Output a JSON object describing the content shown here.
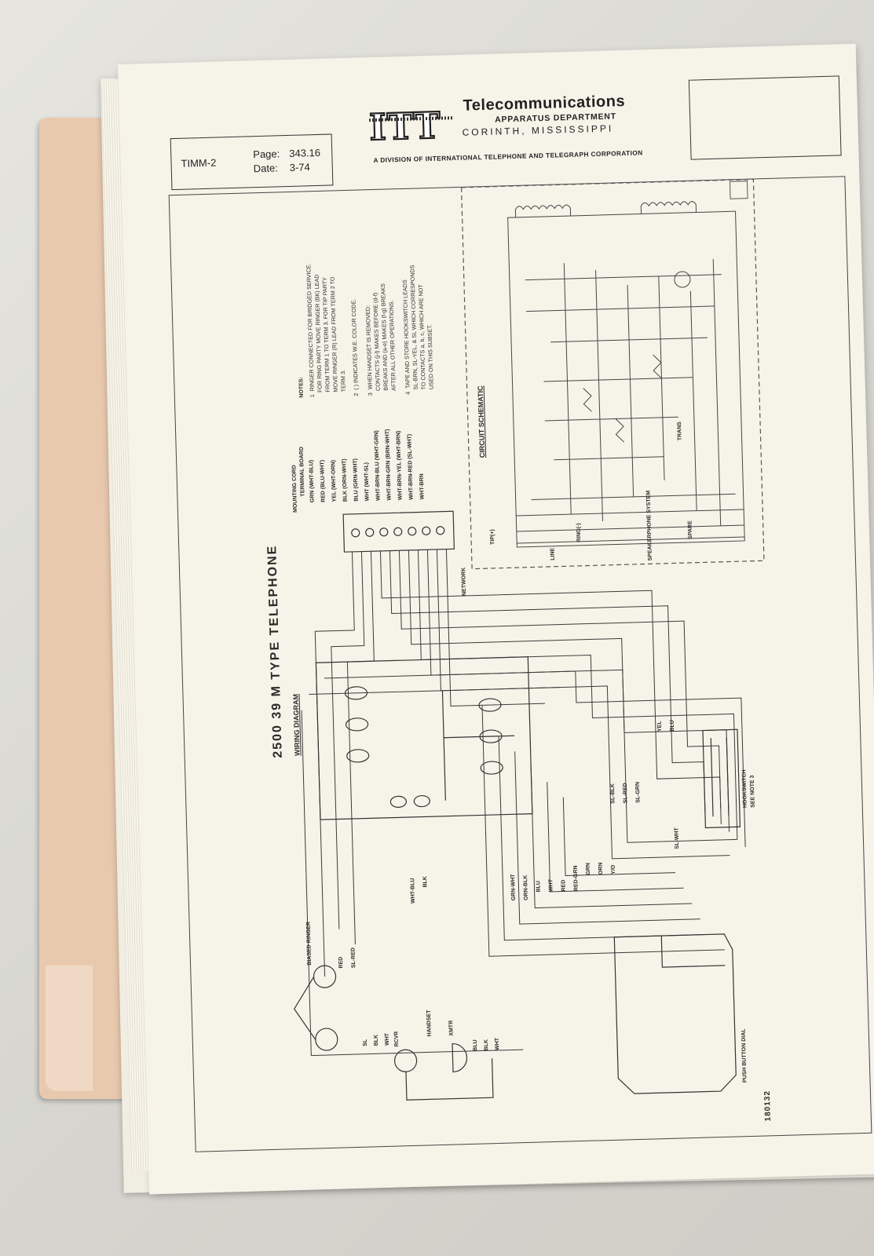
{
  "page_id": {
    "manual": "TIMM-2",
    "page_label": "Page:",
    "page_number": "343.16",
    "date_label": "Date:",
    "date": "3-74"
  },
  "header": {
    "logo": "ITT",
    "company": "Telecommunications",
    "department": "APPARATUS DEPARTMENT",
    "location": "CORINTH, MISSISSIPPI",
    "division": "A DIVISION OF INTERNATIONAL TELEPHONE AND TELEGRAPH CORPORATION"
  },
  "drawing": {
    "title": "2500 39 M TYPE TELEPHONE",
    "subtitle": "WIRING DIAGRAM",
    "schematic_title": "CIRCUIT SCHEMATIC",
    "document_number": "180132",
    "notes_heading": "NOTES:",
    "notes": [
      "1  RINGER CONNECTED FOR BRIDGED SERVICE.\n   FOR RING PARTY MOVE RINGER (BK) LEAD\n   FROM TERM 1 TO TERM 3. FOR TIP PARTY\n   MOVE RINGER (R) LEAD FROM TERM 2 TO\n   TERM 3.",
      "2  ( ) INDICATES W.E. COLOR CODE.",
      "3  WHEN HANDSET IS REMOVED:\n   CONTACTS (j-l) MAKES BEFORE (d-f)\n   BREAKS AND (a-e) MAKES (f-g) BREAKS\n   AFTER ALL OTHER OPERATIONS.",
      "4  TAPE AND STORE HOOKSWITCH LEADS\n   SL-BRN, SL-YEL, & SL WHICH CORRESPONDS\n   TO CONTACTS a, b, c, WHICH ARE NOT\n   USED ON THIS SUBSET."
    ],
    "labels": {
      "mounting_cord": "MOUNTING CORD",
      "terminal_board": "TERMINAL BOARD",
      "network": "NETWORK",
      "biased_ringer": "BIASED RINGER",
      "handset": "HANDSET",
      "rcvr": "RCVR",
      "xmtr": "XMTR",
      "hookswitch": "HOOKSWITCH",
      "see_note": "SEE NOTE 3",
      "push_button_dial": "PUSH BUTTON DIAL",
      "tip": "TIP(+)",
      "ring": "RING(-)",
      "line": "LINE",
      "speakerphone": "SPEAKERPHONE SYSTEM",
      "spare": "SPARE",
      "trans": "TRANS"
    },
    "cord_colors": [
      "GRN (WHT-BLU)",
      "RED (BLU-WHT)",
      "YEL (WHT-ORN)",
      "BLK (ORN-WHT)",
      "BLU (GRN-WHT)",
      "WHT (WHT-SL)",
      "WHT-BRN-BLU (WHT-GRN)",
      "WHT-BRN-GRN (BRN-WHT)",
      "WHT-BRN-YEL (WHT-BRN)",
      "WHT-BRN-RED (SL-WHT)",
      "WHT-BRN"
    ],
    "wire_labels": [
      "SL-BLK",
      "SL-RED",
      "SL-GRN",
      "YEL",
      "BLU",
      "SL-WHT",
      "WHT-BLU",
      "BLK",
      "GRN-WHT",
      "ORN-BLK",
      "BLU",
      "WHT",
      "RED",
      "RED-GRN",
      "GRN",
      "ORN",
      "Y/O",
      "RED",
      "SL-RED",
      "SL",
      "BLK",
      "WHT",
      "BLU",
      "BLK",
      "WHT"
    ]
  }
}
